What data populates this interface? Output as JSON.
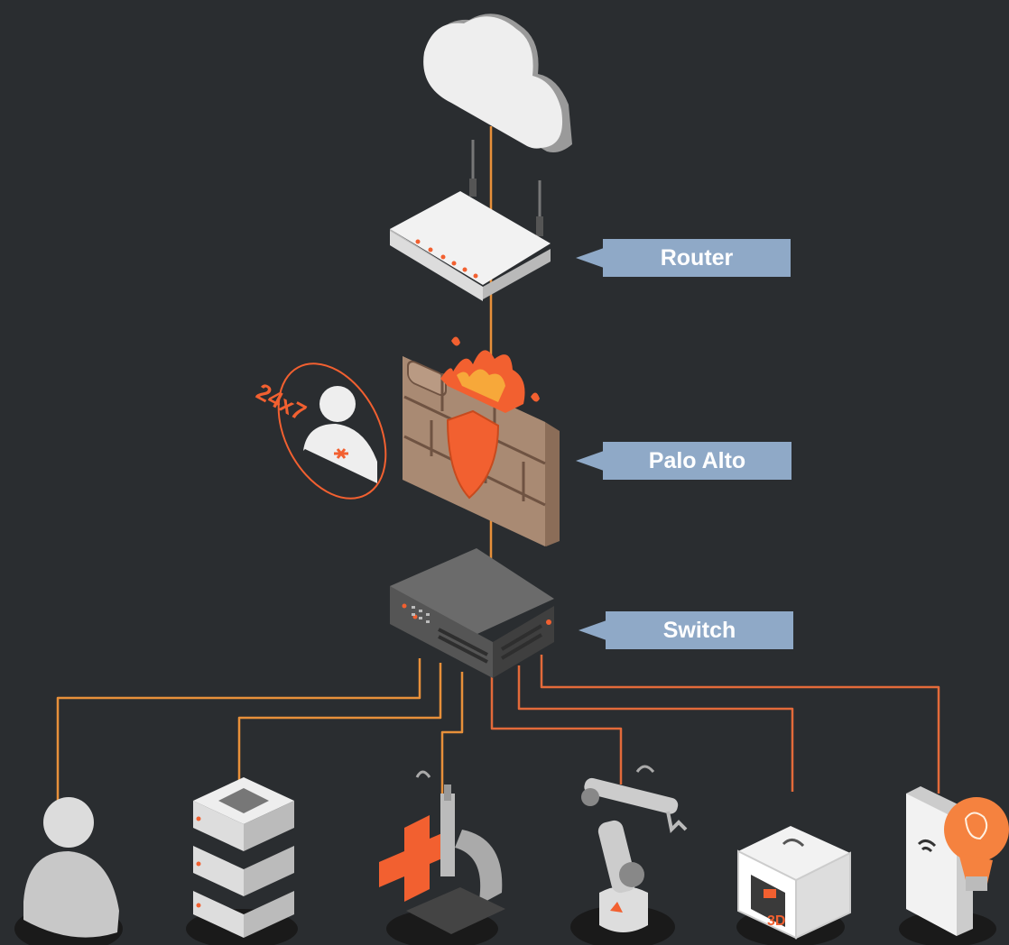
{
  "labels": {
    "router": "Router",
    "firewall": "Palo Alto",
    "switch": "Switch"
  },
  "support_badge": "24x7",
  "printer_badge": "3D",
  "colors": {
    "background": "#2a2d30",
    "link_orange": "#e8903a",
    "link_red": "#e36a3a",
    "callout": "#8fa9c7",
    "accent": "#f26030",
    "device_light": "#eeeeee",
    "device_shadow": "#9a9a9a",
    "wall": "#a98a73"
  },
  "icons": {
    "cloud": "cloud-icon",
    "router": "router-icon",
    "firewall": "firewall-icon",
    "support": "support-agent-icon",
    "switch": "switch-icon",
    "user": "user-icon",
    "server": "server-rack-icon",
    "medical": "medical-lab-icon",
    "robot": "robot-arm-icon",
    "printer": "3d-printer-icon",
    "smart_home": "smart-bulb-icon"
  }
}
